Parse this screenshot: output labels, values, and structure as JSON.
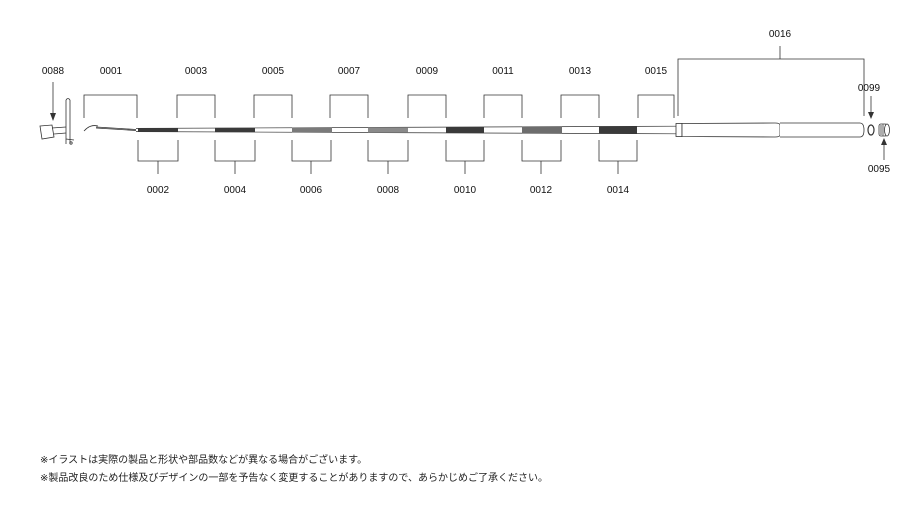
{
  "diagram": {
    "top_labels": [
      "0088",
      "0001",
      "0003",
      "0005",
      "0007",
      "0009",
      "0011",
      "0013",
      "0015",
      "0016",
      "0099"
    ],
    "bottom_labels": [
      "0002",
      "0004",
      "0006",
      "0008",
      "0010",
      "0012",
      "0014",
      "0095"
    ]
  },
  "notes": [
    "※イラストは実際の製品と形状や部品数などが異なる場合がございます。",
    "※製品改良のため仕様及びデザインの一部を予告なく変更することがありますので、あらかじめご了承ください。"
  ],
  "colors": {
    "line": "#333333",
    "section_dark": "#3a3a3a",
    "section_mid": "#6d6d6d",
    "section_light": "#8a8a8a"
  }
}
